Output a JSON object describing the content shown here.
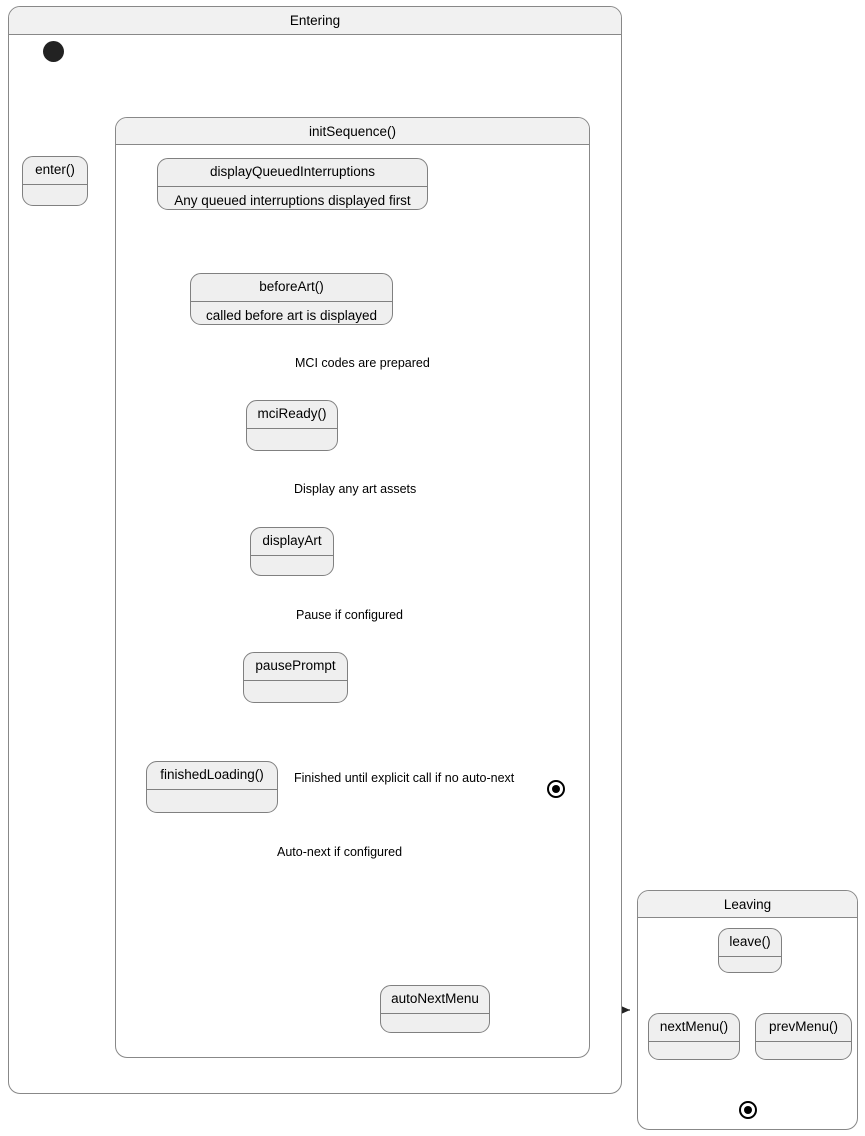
{
  "diagram": {
    "type": "uml-state-machine",
    "composites": [
      {
        "id": "entering",
        "title": "Entering"
      },
      {
        "id": "initSequence",
        "title": "initSequence()"
      },
      {
        "id": "leaving",
        "title": "Leaving"
      }
    ],
    "states": [
      {
        "id": "enter",
        "title": "enter()",
        "description": ""
      },
      {
        "id": "dqi",
        "title": "displayQueuedInterruptions",
        "description": "Any queued interruptions displayed first"
      },
      {
        "id": "beforeArt",
        "title": "beforeArt()",
        "description": "called before art is displayed"
      },
      {
        "id": "mciReady",
        "title": "mciReady()",
        "description": ""
      },
      {
        "id": "displayArt",
        "title": "displayArt",
        "description": ""
      },
      {
        "id": "pausePrompt",
        "title": "pausePrompt",
        "description": ""
      },
      {
        "id": "finishedLoading",
        "title": "finishedLoading()",
        "description": ""
      },
      {
        "id": "autoNextMenu",
        "title": "autoNextMenu",
        "description": ""
      },
      {
        "id": "leave",
        "title": "leave()",
        "description": ""
      },
      {
        "id": "nextMenu",
        "title": "nextMenu()",
        "description": ""
      },
      {
        "id": "prevMenu",
        "title": "prevMenu()",
        "description": ""
      }
    ],
    "transition_labels": [
      {
        "id": "mci-prepared",
        "text": "MCI codes are prepared"
      },
      {
        "id": "display-art",
        "text": "Display any art assets"
      },
      {
        "id": "pause-config",
        "text": "Pause if configured"
      },
      {
        "id": "finished-call",
        "text": "Finished until explicit call if no auto-next"
      },
      {
        "id": "auto-next",
        "text": "Auto-next if configured"
      }
    ],
    "colors": {
      "state_fill": "#efefef",
      "state_stroke": "#808080",
      "composite_header_fill": "#f1f1f1",
      "composite_stroke": "#888888",
      "edge_stroke": "#222222",
      "node_fill": "#222222",
      "canvas": "#ffffff"
    }
  }
}
